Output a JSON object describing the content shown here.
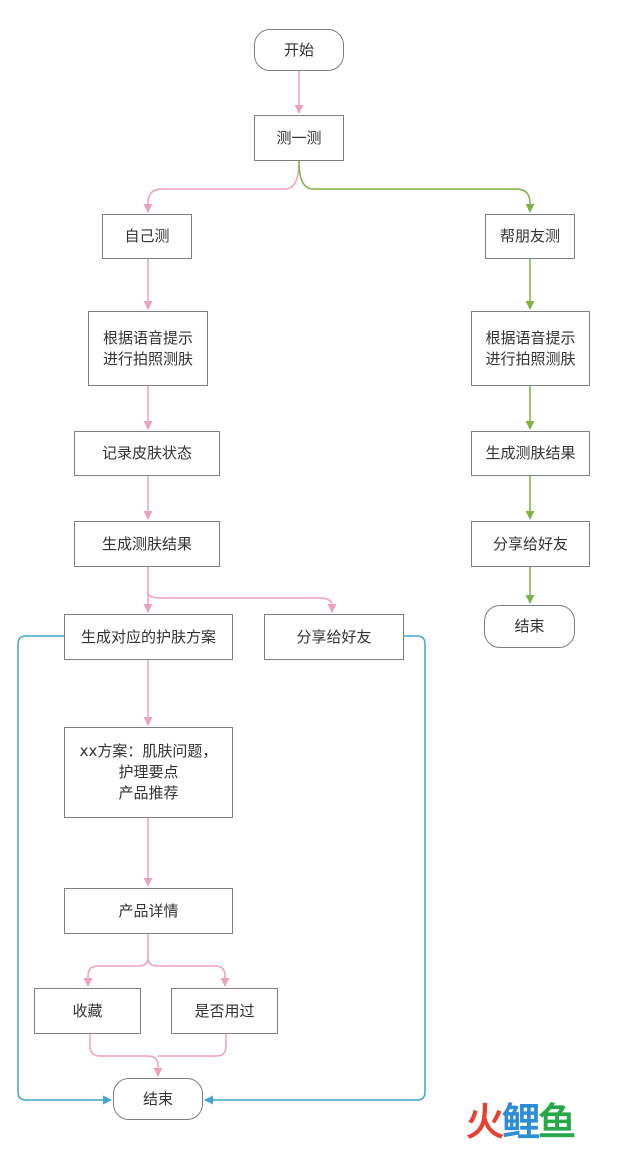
{
  "nodes": {
    "start": "开始",
    "test": "测一测",
    "self_test": "自己测",
    "help_friend": "帮朋友测",
    "voice_left": "根据语音提示\n进行拍照测肤",
    "voice_right": "根据语音提示\n进行拍照测肤",
    "record": "记录皮肤状态",
    "result_left": "生成测肤结果",
    "result_right": "生成测肤结果",
    "share_right": "分享给好友",
    "end_right": "结束",
    "care_plan": "生成对应的护肤方案",
    "share_left": "分享给好友",
    "plan_detail": "xx方案：肌肤问题，\n护理要点\n产品推荐",
    "product_detail": "产品详情",
    "collect": "收藏",
    "used": "是否用过",
    "end_main": "结束"
  },
  "colors": {
    "pink": "#f0a0b8",
    "green": "#7cb342",
    "blue": "#3ea6d0",
    "border": "#7f7f7f"
  },
  "watermark": {
    "char1": "火",
    "char2": "鲤",
    "char3": "鱼"
  }
}
